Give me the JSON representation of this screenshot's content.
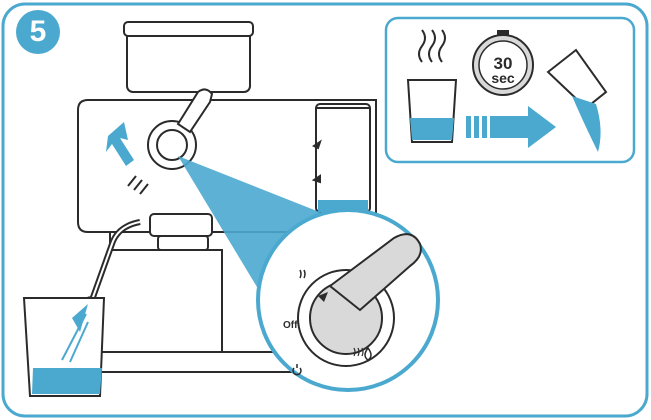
{
  "step": {
    "number": "5"
  },
  "timer": {
    "value": "30",
    "unit": "sec"
  },
  "dial": {
    "off_label": "Off"
  },
  "colors": {
    "accent": "#4ba9cf",
    "outline": "#2b2b2b",
    "panel": "#e9f3f8",
    "machine": "#ffffff",
    "dial_gray": "#d9d9d9"
  },
  "icons": [
    "steam-icon",
    "timer-icon",
    "arrow-icon",
    "water-drop-icon",
    "steam-setting-icon",
    "power-icon"
  ]
}
